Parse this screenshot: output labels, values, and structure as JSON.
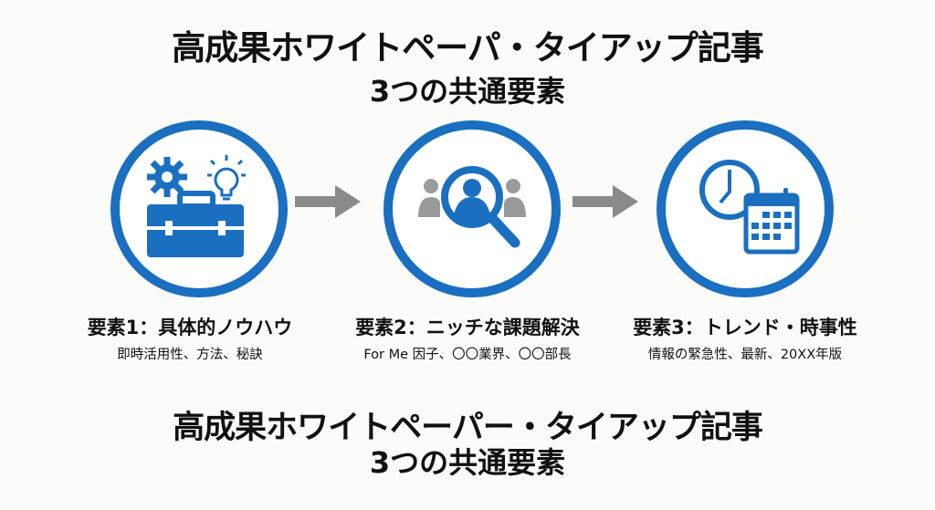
{
  "header": {
    "title_line1": "高成果ホワイトペーパ・タイアップ記事",
    "title_line2": "3つの共通要素"
  },
  "elements": [
    {
      "label": "要素1：具体的ノウハウ",
      "sub": "即時活用性、方法、秘訣",
      "icon": "toolbox-gear-lightbulb-icon"
    },
    {
      "label": "要素2：ニッチな課題解決",
      "sub": "For Me 因子、〇〇業界、〇〇部長",
      "icon": "magnifier-user-icon"
    },
    {
      "label": "要素3：トレンド・時事性",
      "sub": "情報の緊急性、最新、20XX年版",
      "icon": "clock-calendar-icon"
    }
  ],
  "footer": {
    "title_line1": "高成果ホワイトペーパー・タイアップ記事",
    "title_line2": "3つの共通要素"
  },
  "colors": {
    "accent": "#1a6fc0",
    "arrow": "#8a8a8a",
    "people": "#9a9a9a"
  }
}
